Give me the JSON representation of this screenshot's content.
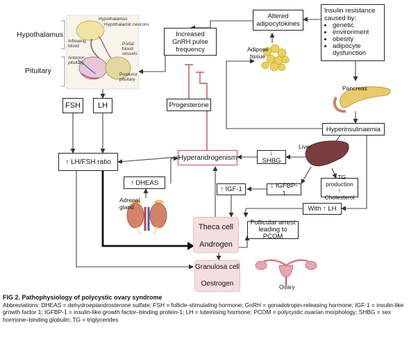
{
  "labels": {
    "hypothalamus": "Hypothalamus",
    "pituitary": "Pituitary",
    "adipose": "Adipose tissue",
    "pancreas": "Pancreas",
    "liver": "Liver",
    "adrenal": "Adrenal gland",
    "ovary": "Ovary"
  },
  "brain_small_labels": {
    "hypothalamus": "Hypothalamus",
    "hypothalamic_neurons": "Hypothalamic neurons",
    "inflowing_blood": "Inflowing blood",
    "portal_blood_vessels": "Portal blood vessels",
    "anterior_pituitary": "Anterior pituitary",
    "posterior_pituitary": "Posterior pituitary"
  },
  "nodes": {
    "gnrh": "Increased GnRH pulse frequency",
    "progesterone": "Progesterone",
    "adipocytokines": "Altered adipocytokines",
    "insulin_title": "Insulin resistance caused by:",
    "insulin_items": [
      "genetic",
      "environment",
      "obesity",
      "adipocyte dysfunction"
    ],
    "fsh": "FSH",
    "lh": "LH",
    "ratio": "↑ LH/FSH ratio",
    "hyperandrogenism": "Hyperandrogenism",
    "shbg": "↓ SHBG",
    "hyperinsulinaemia": "Hyperinsulinaemia",
    "tg": "↑ TG production ↑ Cholesterol",
    "dheas": "↑ DHEAS",
    "igf1": "↑ IGF-1",
    "igfbp1": "↓ IGFBP-1",
    "with_lh": "With ↑ LH",
    "follicular": "Follicular arrest leading to PCOM",
    "theca": "Theca cell",
    "androgen": "Androgen",
    "granulosa": "Granulosa cell",
    "oestrogen": "Oestrogen"
  },
  "colors": {
    "inhibition": "#c0504d",
    "pink_box": "#f4dede",
    "adipose": "#e8d25a",
    "pancreas": "#e9c96a",
    "liver": "#7a3d3d",
    "ovary": "#e8a6b0"
  },
  "caption": {
    "title": "FIG 2.  Pathophysiology of polycystic ovary syndrome",
    "text": "Abbreviations: DHEAS = dehydroepiandrosterone sulfate; FSH = follicle-stimulating hormone; GnRH = gonadotropin-releasing hormone; IGF-1 = insulin-like growth factor 1; IGFBP-1 = insulin-like growth factor–binding protein-1; LH = luteinising hormone; PCOM = polycystic ovarian morphology; SHBG = sex hormone–binding globulin; TG = triglycerides"
  }
}
